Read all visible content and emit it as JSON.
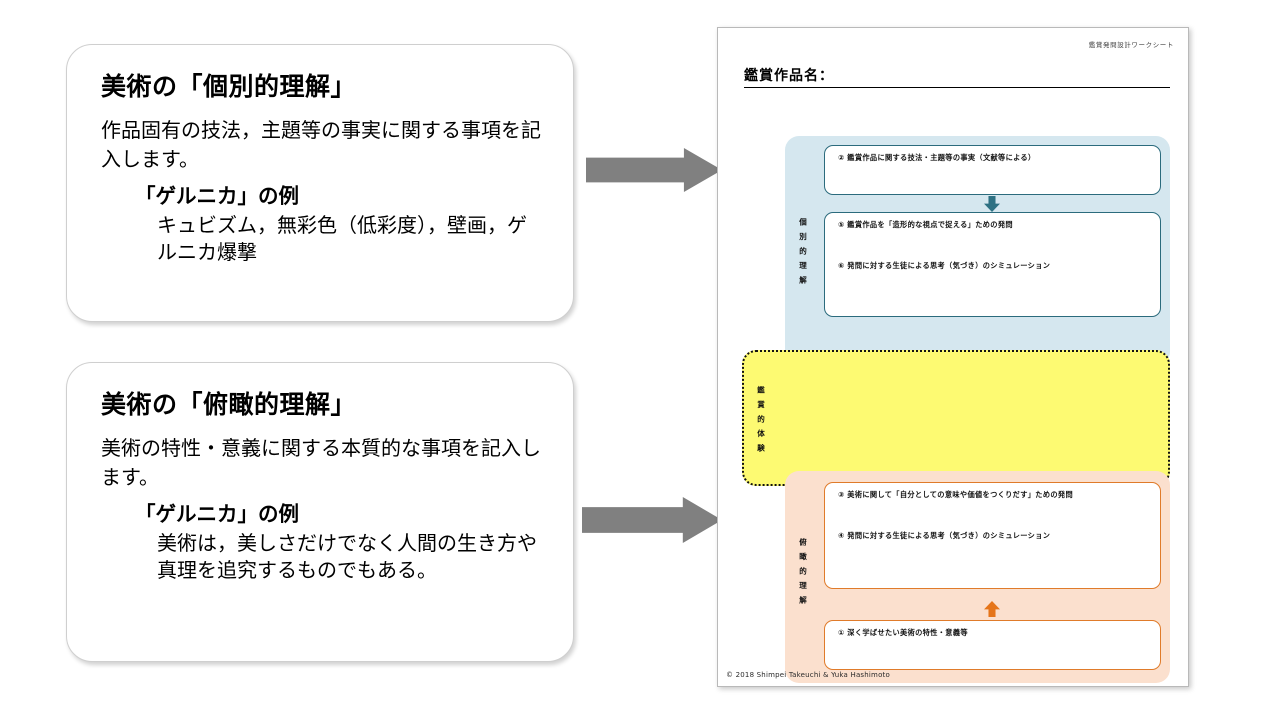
{
  "slide": {
    "cards": [
      {
        "title": "美術の「個別的理解」",
        "description": "作品固有の技法，主題等の事実に関する事項を記入します。",
        "example_title": "「ゲルニカ」の例",
        "example_body": "キュビズム，無彩色（低彩度），壁画，ゲルニカ爆撃"
      },
      {
        "title": "美術の「俯瞰的理解」",
        "description": "美術の特性・意義に関する本質的な事項を記入します。",
        "example_title": "「ゲルニカ」の例",
        "example_body": "美術は，美しさだけでなく人間の生き方や真理を追究するものでもある。"
      }
    ],
    "arrows": {
      "top_label": "right-block-arrow",
      "bottom_label": "right-block-arrow"
    }
  },
  "worksheet": {
    "header_label": "鑑賞発問設計ワークシート",
    "title_label": "鑑賞作品名：",
    "title_value": "",
    "zones": [
      {
        "name": "individual",
        "vertical_label": "個別的理解",
        "color": "#d5e7ef"
      },
      {
        "name": "experience",
        "vertical_label": "鑑賞的体験",
        "color": "#fdfa72"
      },
      {
        "name": "overview",
        "vertical_label": "俯瞰的理解",
        "color": "#fbe0ce"
      }
    ],
    "entries": [
      {
        "id": "2",
        "label": "② 鑑賞作品に関する技法・主題等の事実（文献等による）",
        "value": ""
      },
      {
        "id": "5",
        "label": "⑤ 鑑賞作品を「造形的な視点で捉える」ための発問",
        "value": ""
      },
      {
        "id": "6",
        "label": "⑥ 発問に対する生徒による思考（気づき）のシミュレーション",
        "value": ""
      },
      {
        "id": "3",
        "label": "③ 美術に関して「自分としての意味や価値をつくりだす」ための発問",
        "value": ""
      },
      {
        "id": "4",
        "label": "④ 発問に対する生徒による思考（気づき）のシミュレーション",
        "value": ""
      },
      {
        "id": "1",
        "label": "① 深く学ばせたい美術の特性・意義等",
        "value": ""
      }
    ],
    "copyright": "© 2018 Shimpei Takeuchi & Yuka Hashimoto"
  }
}
